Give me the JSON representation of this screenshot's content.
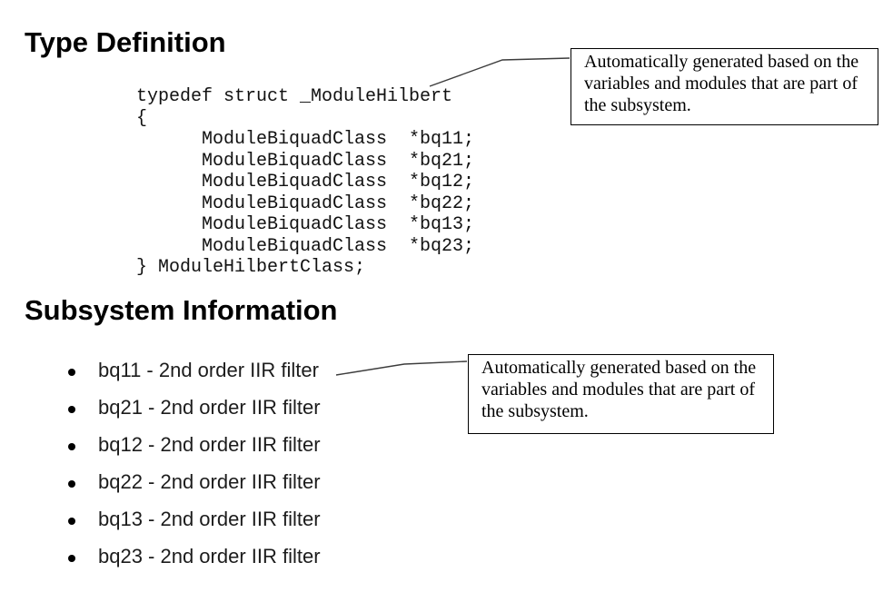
{
  "page": {
    "background_color": "#ffffff",
    "text_color": "#000000",
    "connector_line_color": "#3c3c3c"
  },
  "type_definition": {
    "heading": "Type Definition",
    "code_lines": [
      "typedef struct _ModuleHilbert",
      "{",
      "      ModuleBiquadClass  *bq11;",
      "      ModuleBiquadClass  *bq21;",
      "      ModuleBiquadClass  *bq12;",
      "      ModuleBiquadClass  *bq22;",
      "      ModuleBiquadClass  *bq13;",
      "      ModuleBiquadClass  *bq23;",
      "} ModuleHilbertClass;"
    ]
  },
  "subsystem_information": {
    "heading": "Subsystem Information",
    "items": [
      "bq11 - 2nd order IIR filter",
      "bq21 - 2nd order IIR filter",
      "bq12 - 2nd order IIR filter",
      "bq22 - 2nd order IIR filter",
      "bq13 - 2nd order IIR filter",
      "bq23 - 2nd order IIR filter"
    ]
  },
  "callouts": [
    {
      "text": "Automatically generated based on the variables and modules that are part of the subsystem."
    },
    {
      "text": "Automatically generated based on the variables and modules that are part of the subsystem."
    }
  ]
}
